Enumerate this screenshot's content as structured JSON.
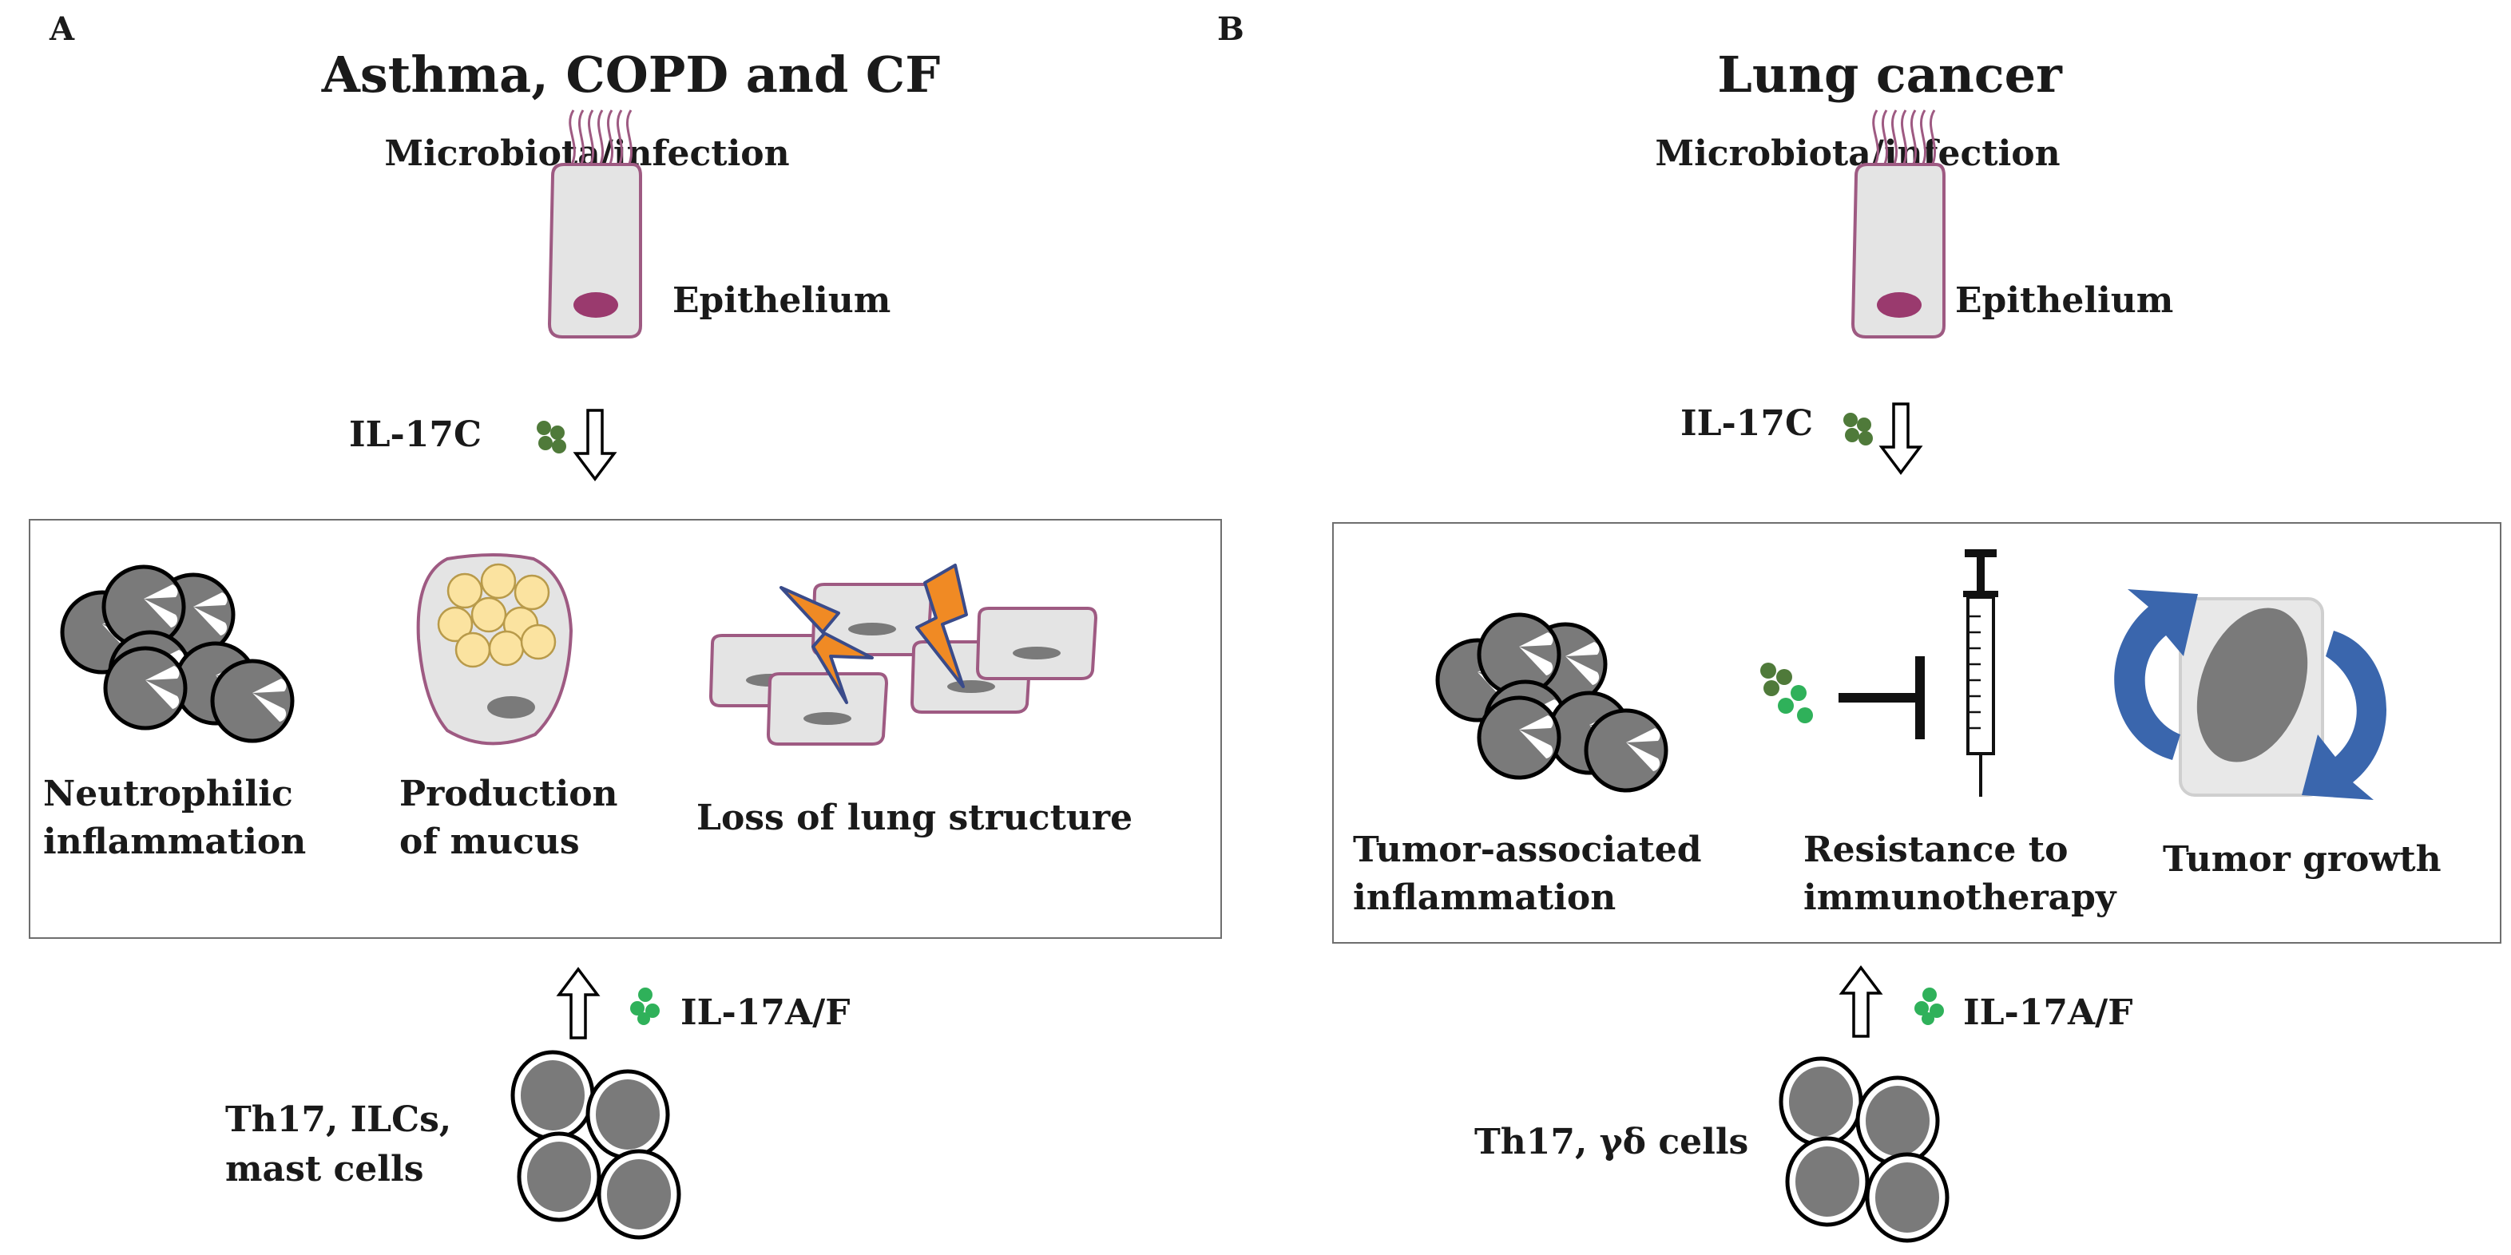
{
  "panel_a": {
    "letter": "A",
    "title": "Asthma, COPD and CF",
    "source": "Microbiota/infection",
    "epithelium": "Epithelium",
    "cytokine_c": "IL-17C",
    "cytokine_af": "IL-17A/F",
    "outcomes": [
      [
        "Neutrophilic",
        "inflammation"
      ],
      [
        "Production",
        "of mucus"
      ],
      [
        "Loss of lung structure"
      ]
    ],
    "producers": [
      "Th17, ILCs,",
      "mast cells"
    ]
  },
  "panel_b": {
    "letter": "B",
    "title": "Lung cancer",
    "source": "Microbiota/infection",
    "epithelium": "Epithelium",
    "cytokine_c": "IL-17C",
    "cytokine_af": "IL-17A/F",
    "outcomes": [
      [
        "Tumor-associated",
        "inflammation"
      ],
      [
        "Resistance to",
        "immunotherapy"
      ],
      [
        "Tumor growth"
      ]
    ],
    "producers": [
      "Th17, γδ cells"
    ]
  },
  "colors": {
    "cell_fill": "#7a7a7a",
    "epithelium_fill": "#e4e4e4",
    "epithelium_border": "#9e5a82",
    "nucleus": "#9a3a6e",
    "il17c_green": "#4f7a3a",
    "il17af_green": "#2fb15a",
    "mucus_yellow": "#fbe3a0",
    "lightning": "#f08a24",
    "tumor_arrow": "#3a66ad",
    "box_border": "#6e6e6e"
  }
}
